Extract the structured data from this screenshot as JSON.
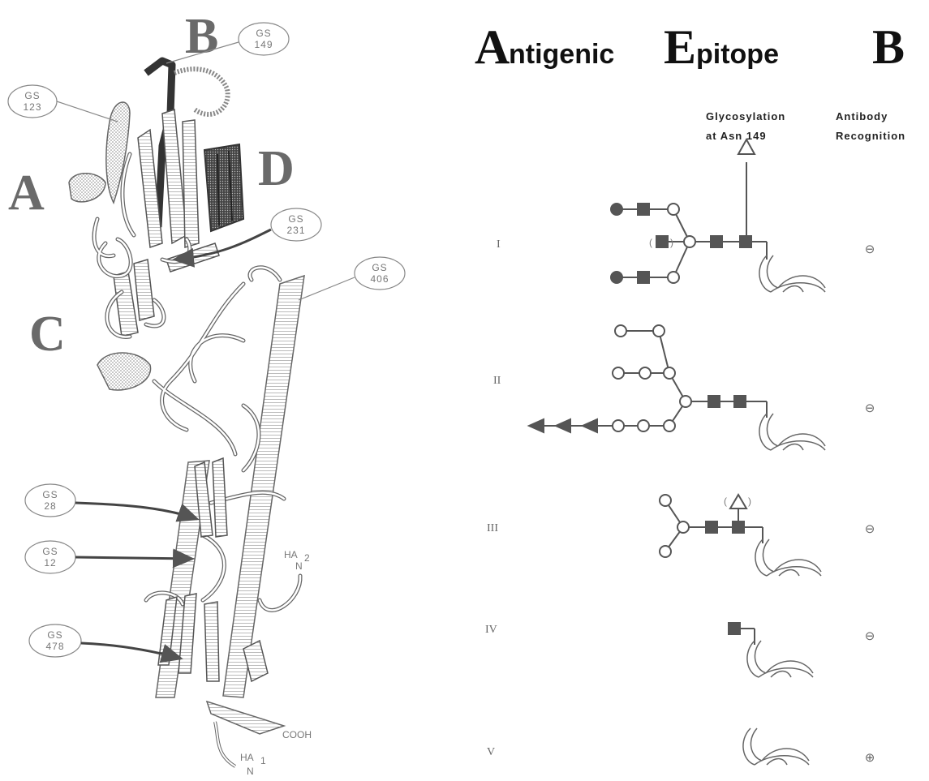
{
  "structure": {
    "region_labels": [
      "A",
      "B",
      "C",
      "D"
    ],
    "gs_labels": [
      {
        "gs": "GS",
        "num": "123"
      },
      {
        "gs": "GS",
        "num": "149"
      },
      {
        "gs": "GS",
        "num": "231"
      },
      {
        "gs": "GS",
        "num": "406"
      },
      {
        "gs": "GS",
        "num": "28"
      },
      {
        "gs": "GS",
        "num": "12"
      },
      {
        "gs": "GS",
        "num": "478"
      }
    ],
    "ha2_label": "HA",
    "ha2_sub": "2",
    "ha2_n": "N",
    "ha1_label": "HA",
    "ha1_sub": "1",
    "ha1_n": "N",
    "cooh": "COOH"
  },
  "title": {
    "w1_cap": "A",
    "w1_rest": "ntigenic",
    "w2_cap": "E",
    "w2_rest": "pitope",
    "w3": "B"
  },
  "headers": {
    "glyco_line1": "Glycosylation",
    "glyco_line2": "at Asn 149",
    "antibody_line1": "Antibody",
    "antibody_line2": "Recognition"
  },
  "rows": [
    {
      "roman": "I",
      "recognition": "⊖"
    },
    {
      "roman": "II",
      "recognition": "⊖"
    },
    {
      "roman": "III",
      "recognition": "⊖"
    },
    {
      "roman": "IV",
      "recognition": "⊖"
    },
    {
      "roman": "V",
      "recognition": "⊕"
    }
  ],
  "paren_open": "(",
  "paren_close": ")"
}
